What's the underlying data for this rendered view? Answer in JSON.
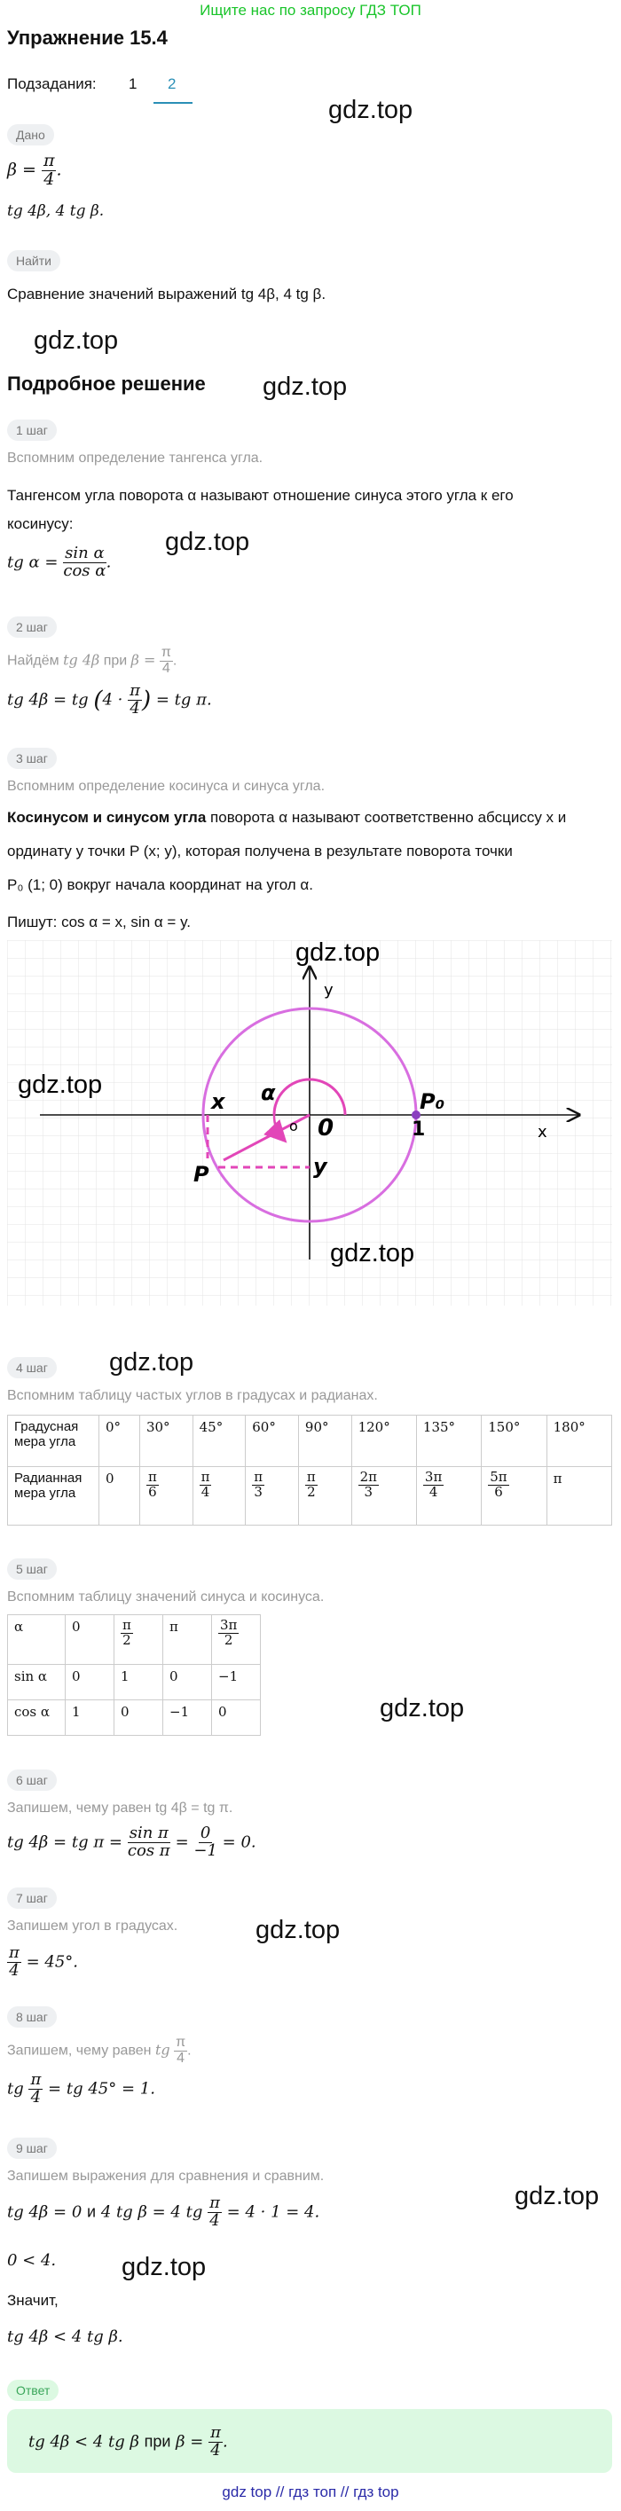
{
  "topbar": "Ищите нас по запросу ГДЗ ТОП",
  "title": "Упражнение 15.4",
  "subtasks_label": "Подзадания:",
  "tabs": [
    "1",
    "2"
  ],
  "watermark": "gdz.top",
  "given_label": "Дано",
  "given_beta": "β = π/4.",
  "given_exprs": "tg 4β, 4 tg β.",
  "find_label": "Найти",
  "find_text": "Сравнение значений выражений tg 4β, 4 tg β.",
  "solution_title": "Подробное решение",
  "steps": [
    {
      "label": "1 шаг",
      "hint": "Вспомним определение тангенса угла."
    },
    {
      "label": "2 шаг",
      "hint": "Найдём tg 4β при β = π/4."
    },
    {
      "label": "3 шаг",
      "hint": "Вспомним определение косинуса и синуса угла."
    },
    {
      "label": "4 шаг",
      "hint": "Вспомним таблицу частых углов в градусах и радианах."
    },
    {
      "label": "5 шаг",
      "hint": "Вспомним таблицу значений синуса и косинуса."
    },
    {
      "label": "6 шаг",
      "hint": "Запишем, чему равен tg 4β = tg π."
    },
    {
      "label": "7 шаг",
      "hint": "Запишем угол в градусах."
    },
    {
      "label": "8 шаг",
      "hint": "Запишем, чему равен tg π/4."
    },
    {
      "label": "9 шаг",
      "hint": "Запишем выражения для сравнения и сравним."
    }
  ],
  "tan_def": "Тангенсом угла поворота α называют отношение синуса этого угла к его косинусу:",
  "tan_formula": "tg α = sin α / cos α.",
  "step2_formula": "tg 4β = tg (4 · π/4) = tg π.",
  "step3_bold": "Косинусом и синусом угла",
  "step3_text1": "поворота α называют соответственно абсциссу x и",
  "step3_text2": "ординату y точки P (x; y), которая получена в результате поворота точки",
  "step3_text3": "P₀ (1; 0) вокруг начала координат на угол α.",
  "step3_write": "Пишут: cos α = x, sin α = y.",
  "diagram": {
    "alpha": "α",
    "x": "x",
    "y": "y",
    "P": "P",
    "P0": "P₀",
    "o_small": "o",
    "zero": "0",
    "one": "1",
    "axis_x": "x",
    "axis_y": "y"
  },
  "deg_table": {
    "row1_head": "Градусная мера угла",
    "row2_head": "Радианная мера угла",
    "deg": [
      "0°",
      "30°",
      "45°",
      "60°",
      "90°",
      "120°",
      "135°",
      "150°",
      "180°"
    ],
    "rad_plain_first": "0",
    "rad_fracs": [
      [
        "π",
        "6"
      ],
      [
        "π",
        "4"
      ],
      [
        "π",
        "3"
      ],
      [
        "π",
        "2"
      ],
      [
        "2π",
        "3"
      ],
      [
        "3π",
        "4"
      ],
      [
        "5π",
        "6"
      ]
    ],
    "rad_plain_last": "π"
  },
  "sc_table": {
    "head": "α",
    "cols": [
      "0",
      "π/2",
      "π",
      "3π/2"
    ],
    "sin_label": "sin α",
    "cos_label": "cos α",
    "sin": [
      "0",
      "1",
      "0",
      "−1"
    ],
    "cos": [
      "1",
      "0",
      "−1",
      "0"
    ]
  },
  "step6_formula": "tg 4β = tg π = sin π / cos π = 0 / −1 = 0.",
  "step7_formula": "π/4 = 45°.",
  "step8_formula": "tg π/4 = tg 45° = 1.",
  "step9_formula": "tg 4β = 0 и 4 tg β = 4 tg π/4 = 4 · 1 = 4.",
  "compare": "0 < 4.",
  "therefore": "Значит,",
  "conclusion": "tg 4β < 4 tg β.",
  "answer_label": "Ответ",
  "answer_text": "tg 4β < 4 tg β при β = π/4.",
  "footer": "gdz top // гдз топ // гдз top"
}
